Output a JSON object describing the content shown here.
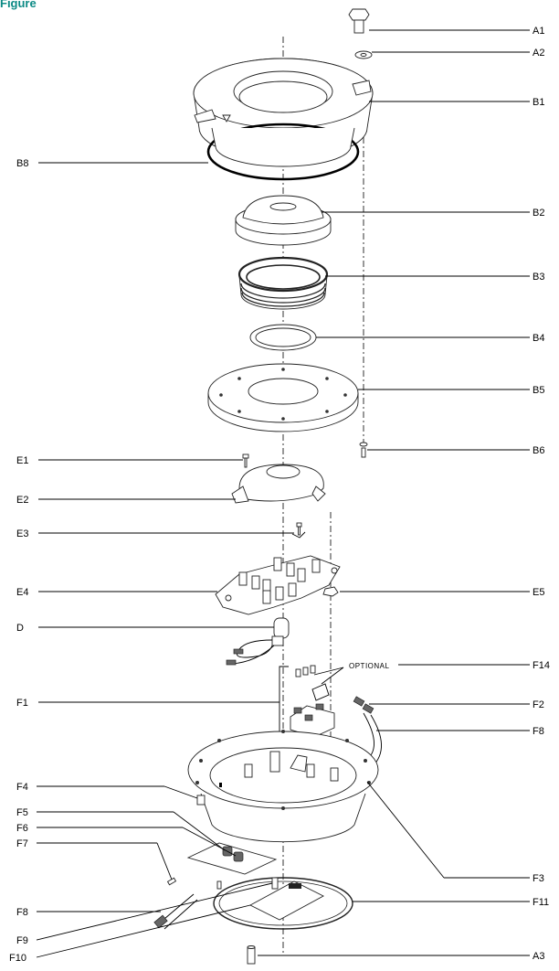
{
  "figure": {
    "title_text": "Figure",
    "callouts": [
      "A1",
      "A2",
      "B1",
      "B8",
      "B2",
      "B3",
      "B4",
      "B5",
      "B6",
      "E1",
      "E2",
      "E3",
      "E4",
      "E5",
      "D",
      "F14",
      "F1",
      "F2",
      "F8",
      "F4",
      "F5",
      "F6",
      "F7",
      "F3",
      "F11",
      "F9",
      "F10",
      "A3"
    ],
    "optional_note": "OPTIONAL"
  }
}
